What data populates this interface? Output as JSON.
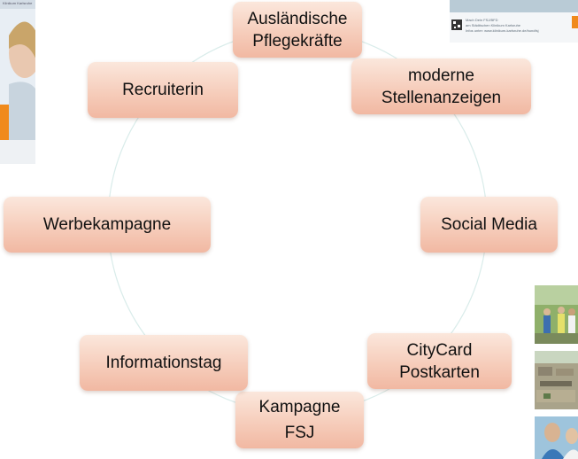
{
  "nodes": [
    {
      "lines": [
        "Ausländische",
        "Pflegekräfte"
      ]
    },
    {
      "lines": [
        "moderne",
        "Stellenanzeigen"
      ]
    },
    {
      "lines": [
        "Social Media"
      ]
    },
    {
      "lines": [
        "CityCard",
        "Postkarten"
      ]
    },
    {
      "lines": [
        "Kampagne",
        "FSJ"
      ]
    },
    {
      "lines": [
        "Informationstag"
      ]
    },
    {
      "lines": [
        "Werbekampagne"
      ]
    },
    {
      "lines": [
        "Recruiterin"
      ]
    }
  ],
  "photos": {
    "top_left_caption": "Klinikum Karlsruhe",
    "top_right_lines": [
      "Mach Dein FSJ/BFD",
      "am Städtischen Klinikum Karlsruhe",
      "Infos unter: www.klinikum-karlsruhe.de/bundfsj"
    ]
  },
  "colors": {
    "node_top": "#fbe7dc",
    "node_bottom": "#f1b8a2",
    "ring": "#d9ecea"
  }
}
